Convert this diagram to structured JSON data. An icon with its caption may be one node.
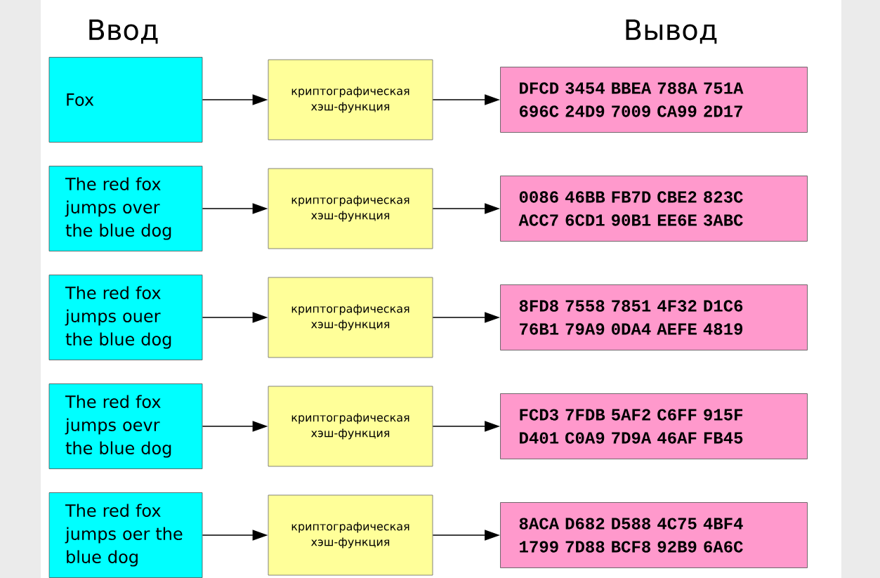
{
  "diagram": {
    "nodes": [
      {
        "text": [
          "Fox"
        ]
      },
      {
        "text": [
          "криптографическая хэш-функция"
        ]
      },
      {
        "text": [
          "DFCD 3454 BBEA 788A 751A 696C 24D9 7009 CA99 2D17"
        ]
      },
      {
        "text": [
          "The red fox jumps over the blue dog"
        ]
      },
      {
        "text": [
          "криптографическая хэш-функция"
        ]
      },
      {
        "text": [
          "0086 46BB FB7D CBE2 823C ACC7 6CD1 90B1 EE6E 3ABC"
        ]
      },
      {
        "text": [
          "The red fox jumps ouer the blue dog"
        ]
      },
      {
        "text": [
          "криптографическая хэш-функция"
        ]
      },
      {
        "text": [
          "8FD8 7558 7851 4F32 D1C6 76B1 79A9 0DA4 AEFE 4819"
        ]
      },
      {
        "text": [
          "The red fox jumps oevr the blue dog"
        ]
      },
      {
        "text": [
          "криптографическая хэш-функция"
        ]
      },
      {
        "text": [
          "FCD3 7FDB 5AF2 C6FF 915F D401 C0A9 7D9A 46AF FB45"
        ]
      },
      {
        "text": [
          "The red fox jumps oer the blue dog"
        ]
      },
      {
        "text": [
          "криптографическая хэш-функция"
        ]
      },
      {
        "text": [
          "8ACA D682 D588 4C75 4BF4 1799 7D88 BCF8 92B9 6A6C"
        ]
      }
    ],
    "edges": [
      {
        "from": 0,
        "to": 1,
        "arrow": "to"
      },
      {
        "from": 1,
        "to": 2,
        "arrow": "to"
      },
      {
        "from": 3,
        "to": 4,
        "arrow": "to"
      },
      {
        "from": 4,
        "to": 5,
        "arrow": "to"
      },
      {
        "from": 6,
        "to": 7,
        "arrow": "to"
      },
      {
        "from": 7,
        "to": 8,
        "arrow": "to"
      },
      {
        "from": 9,
        "to": 10,
        "arrow": "to"
      },
      {
        "from": 10,
        "to": 11,
        "arrow": "to"
      },
      {
        "from": 12,
        "to": 13,
        "arrow": "to"
      },
      {
        "from": 13,
        "to": 14,
        "arrow": "to"
      }
    ],
    "labels": [
      "Ввод",
      "Вывод"
    ]
  }
}
